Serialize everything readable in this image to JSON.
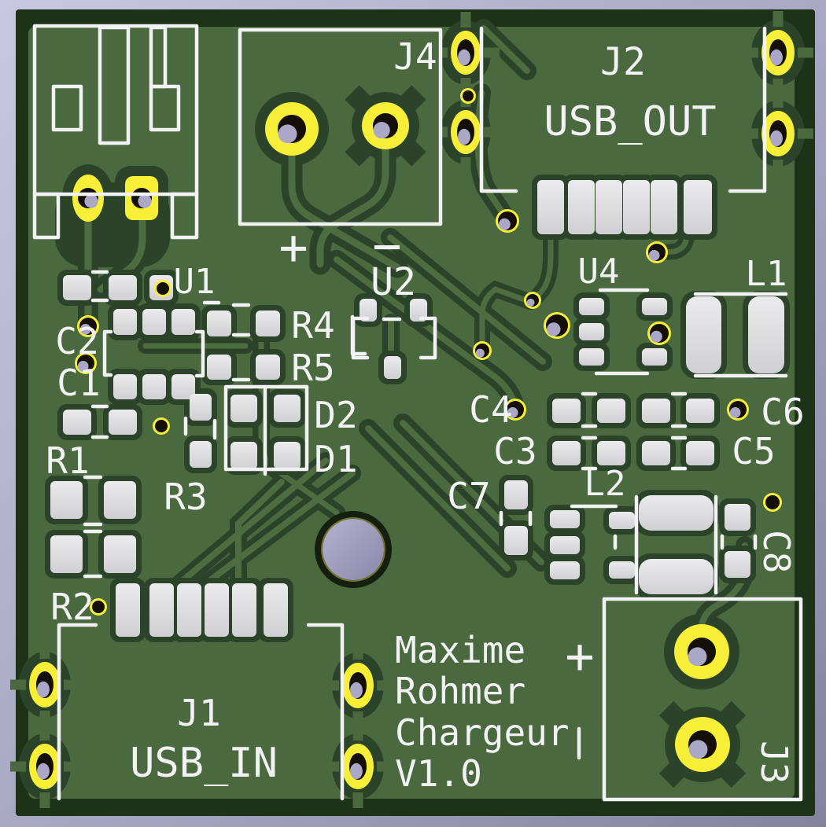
{
  "board": {
    "title_block": {
      "line1": "Maxime",
      "line2": "Rohmer",
      "line3": "Chargeur",
      "line4": "V1.0"
    },
    "connectors": {
      "j1": {
        "ref": "J1",
        "label": "USB_IN"
      },
      "j2": {
        "ref": "J2",
        "label": "USB_OUT"
      },
      "j3": {
        "ref": "J3"
      },
      "j4": {
        "ref": "J4"
      }
    },
    "ics": {
      "u1": "U1",
      "u2": "U2",
      "u4": "U4"
    },
    "resistors": {
      "r1": "R1",
      "r2": "R2",
      "r3": "R3",
      "r4": "R4",
      "r5": "R5"
    },
    "capacitors": {
      "c1": "C1",
      "c2": "C2",
      "c3": "C3",
      "c4": "C4",
      "c5": "C5",
      "c6": "C6",
      "c7": "C7",
      "c8": "C8"
    },
    "diodes": {
      "d1": "D1",
      "d2": "D2"
    },
    "inductors": {
      "l1": "L1",
      "l2": "L2"
    },
    "marks": {
      "plus": "+",
      "minus": "−"
    }
  },
  "colors": {
    "background_top": "#c8c8e2",
    "background_bottom": "#84839e",
    "board_edge_green": "#1d3317",
    "soldermask_green": "#4a693e",
    "clearance_green": "#2a4329",
    "silkscreen_white": "#f2f2f4",
    "smd_pad_silver": "#dcdcde",
    "plated_hole_yellow": "#f7ee38",
    "drill_dark": "#140f08",
    "hole_lavender": "#aaa7c7"
  }
}
